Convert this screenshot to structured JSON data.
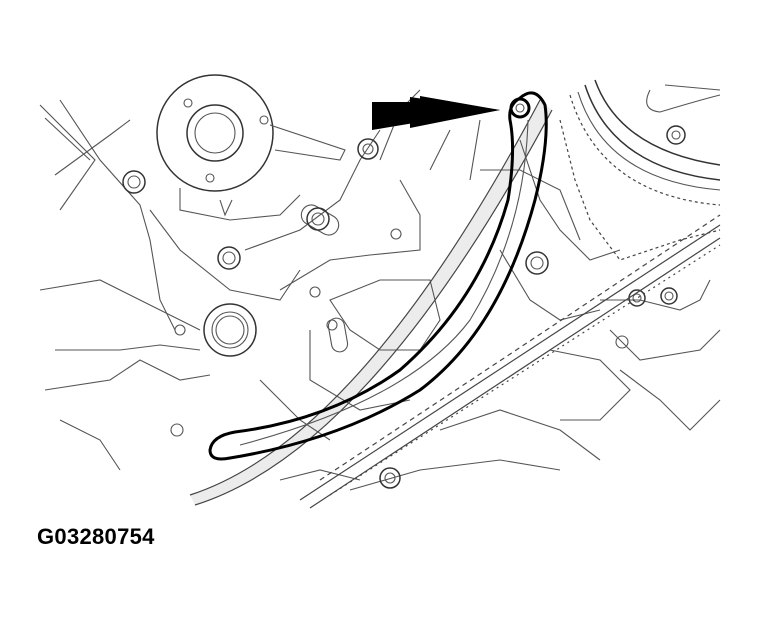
{
  "figure": {
    "id_label": "G03280754",
    "subject": "timing chain guide with upper retaining bolt indicated by arrow",
    "components": [
      {
        "name": "water-pump-pulley",
        "icon": "pulley-icon"
      },
      {
        "name": "mounting-bolts",
        "icon": "bolt-icon"
      },
      {
        "name": "timing-chain-guide",
        "icon": "chain-guide-icon",
        "highlighted": true
      },
      {
        "name": "timing-chain",
        "icon": "chain-icon"
      },
      {
        "name": "camshaft-sprocket",
        "icon": "sprocket-icon"
      },
      {
        "name": "indicator-arrow",
        "icon": "arrow-right-icon",
        "points_to": "chain-guide-upper-bolt"
      }
    ],
    "colors": {
      "line_art": "#555555",
      "highlight_outline": "#000000",
      "arrow": "#000000",
      "background": "#ffffff"
    }
  }
}
